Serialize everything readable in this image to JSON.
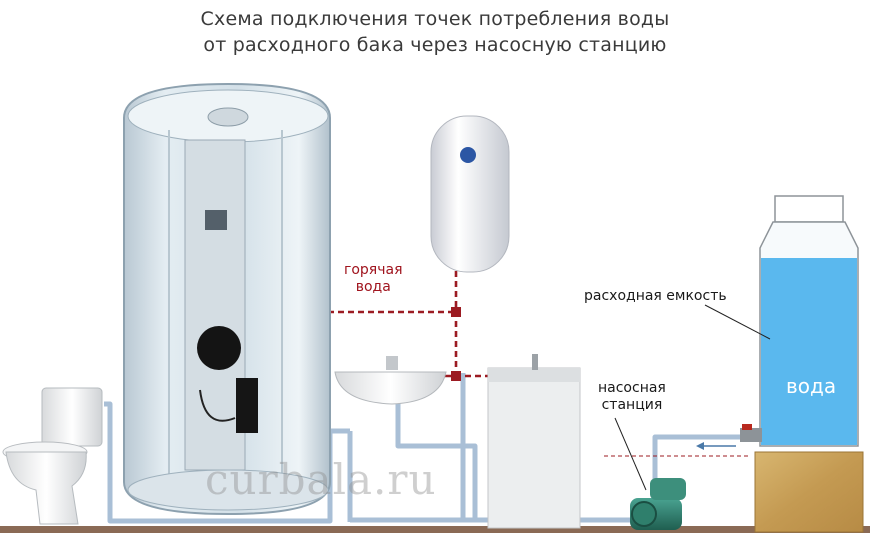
{
  "title": {
    "line1": "Схема подключения точек потребления воды",
    "line2": "от расходного бака через насосную станцию"
  },
  "labels": {
    "hot_water_1": "горячая",
    "hot_water_2": "вода",
    "supply_tank": "расходная емкость",
    "pump_station_1": "насосная",
    "pump_station_2": "станция",
    "water": "вода"
  },
  "watermark": "curbala.ru",
  "colors": {
    "cold_pipe": "#a9bfd6",
    "hot_pipe": "#9c1b22",
    "tank_water": "#5ab8ee",
    "pump": "#2e7d6b",
    "wood_stand": "#c9a45c",
    "floor": "#8a6a55"
  }
}
